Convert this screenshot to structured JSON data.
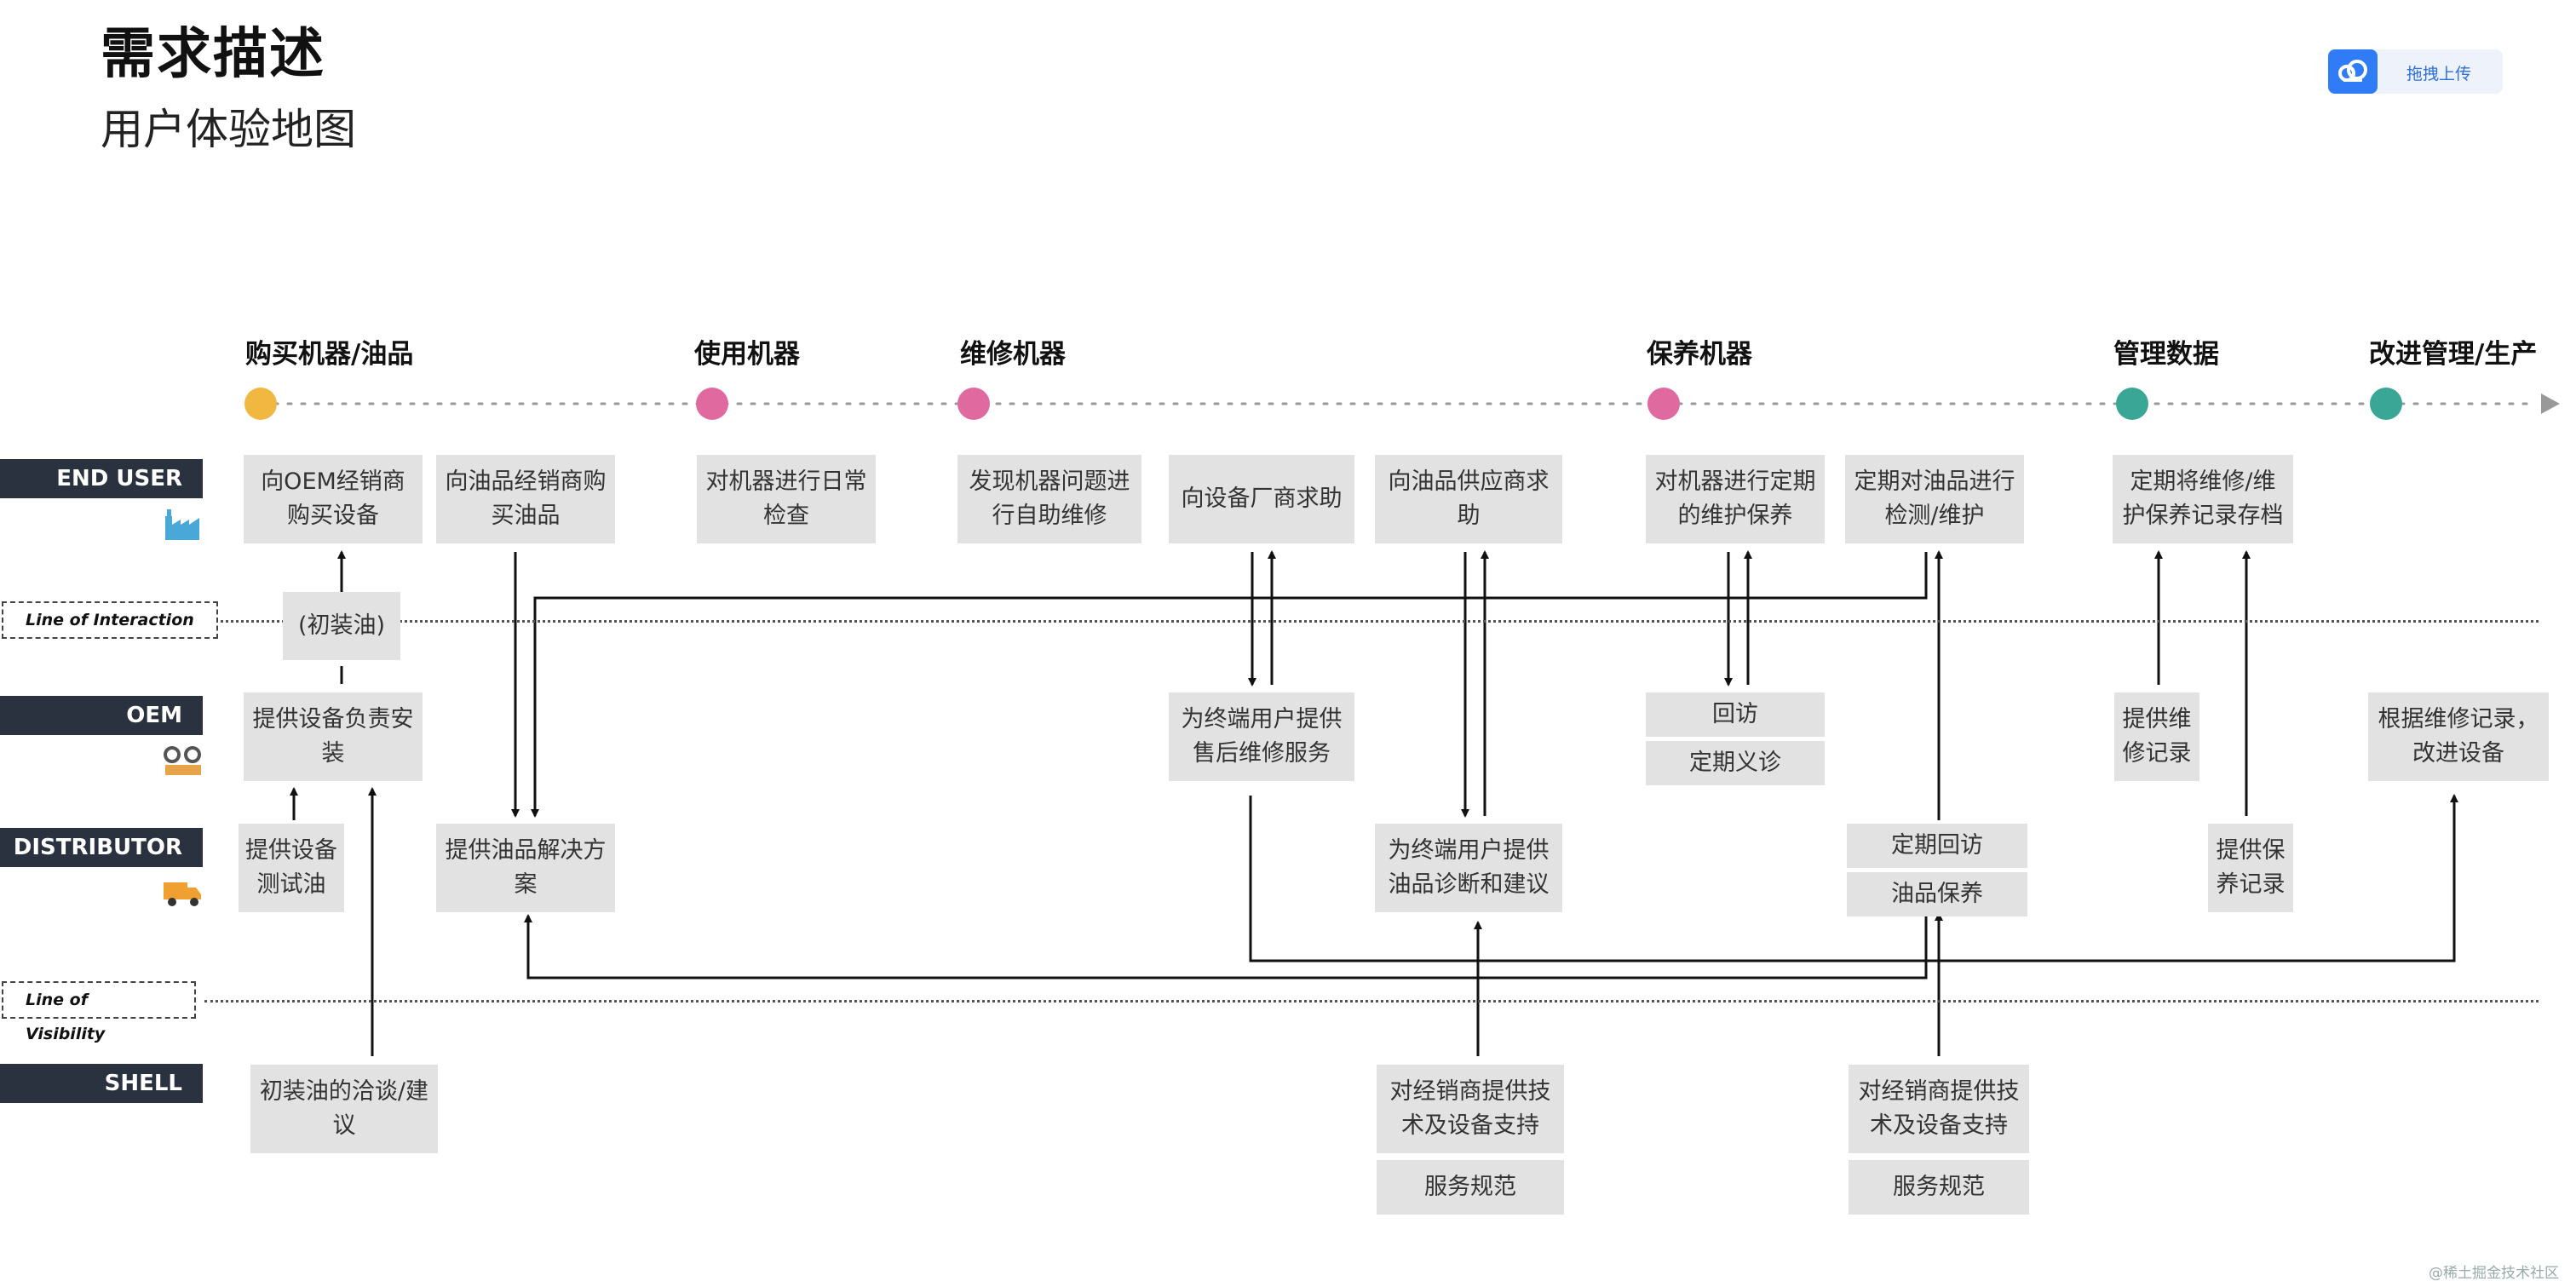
{
  "header": {
    "title": "需求描述",
    "subtitle": "用户体验地图"
  },
  "upload_button": {
    "label": "拖拽上传",
    "icon": "cloud-upload-icon"
  },
  "phases": [
    {
      "label": "购买机器/油品",
      "color": "#f0b840"
    },
    {
      "label": "使用机器",
      "color": "#e06aa0"
    },
    {
      "label": "维修机器",
      "color": "#e06aa0"
    },
    {
      "label": "保养机器",
      "color": "#e06aa0"
    },
    {
      "label": "管理数据",
      "color": "#3aa695"
    },
    {
      "label": "改进管理/生产",
      "color": "#3aa695"
    }
  ],
  "rows": [
    {
      "label": "END USER",
      "icon": "factory-icon"
    },
    {
      "label": "OEM",
      "icon": "machinery-icon"
    },
    {
      "label": "DISTRIBUTOR",
      "icon": "truck-icon"
    },
    {
      "label": "SHELL"
    }
  ],
  "lines": {
    "interaction": "Line of Interaction",
    "visibility": "Line of Visibility"
  },
  "boxes": {
    "eu_buy_equipment": "向OEM经销商购买设备",
    "eu_buy_oil": "向油品经销商购买油品",
    "eu_daily_check": "对机器进行日常检查",
    "eu_self_repair": "发现机器问题进行自助维修",
    "eu_ask_oem": "向设备厂商求助",
    "eu_ask_oil_supplier": "向油品供应商求助",
    "eu_regular_maintenance": "对机器进行定期的维护保养",
    "eu_oil_testing": "定期对油品进行检测/维护",
    "eu_archive_records": "定期将维修/维护保养记录存档",
    "initial_oil": "(初装油)",
    "oem_install": "提供设备负责安装",
    "oem_after_sales": "为终端用户提供售后维修服务",
    "oem_return_visit": "回访",
    "oem_regular_clinic": "定期义诊",
    "oem_provide_records": "提供维修记录",
    "oem_improve": "根据维修记录，改进设备",
    "dist_test_oil": "提供设备测试油",
    "dist_oil_solution": "提供油品解决方案",
    "dist_oil_diagnosis": "为终端用户提供油品诊断和建议",
    "dist_regular_visit": "定期回访",
    "dist_oil_maintenance": "油品保养",
    "dist_provide_records": "提供保养记录",
    "shell_negotiation": "初装油的洽谈/建议",
    "shell_tech_support_1": "对经销商提供技术及设备支持",
    "shell_service_standard_1": "服务规范",
    "shell_tech_support_2": "对经销商提供技术及设备支持",
    "shell_service_standard_2": "服务规范"
  },
  "watermark": "@稀土掘金技术社区"
}
